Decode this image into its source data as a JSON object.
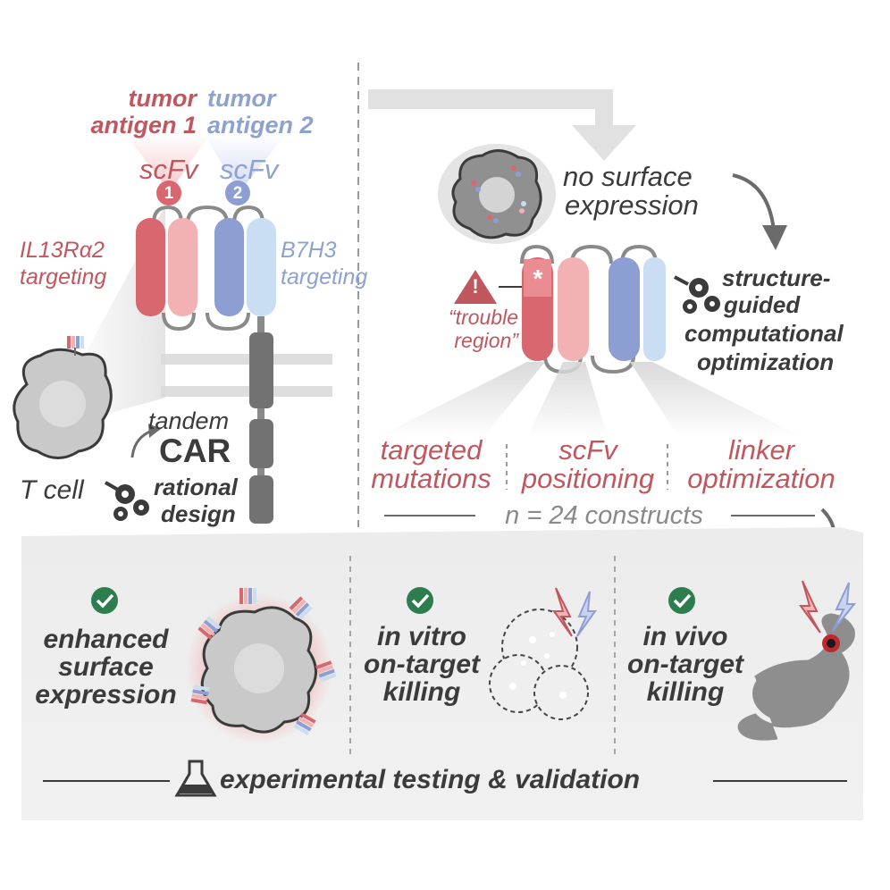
{
  "antigens": {
    "tumor_1": "tumor",
    "antigen_1": "antigen 1",
    "tumor_2": "tumor",
    "antigen_2": "antigen 2",
    "scfv_1": "scFv",
    "scfv_2": "scFv",
    "badge_1": "1",
    "badge_2": "2"
  },
  "targets": {
    "left_line1": "IL13Rα2",
    "left_line2": "targeting",
    "right_line1": "B7H3",
    "right_line2": "targeting"
  },
  "tcell": {
    "label": "T cell",
    "tandem": "tandem",
    "car": "CAR",
    "rational": "rational",
    "design": "design"
  },
  "problem": {
    "line1": "no surface",
    "line2": "expression",
    "trouble_line1": "“trouble",
    "trouble_line2": "region”",
    "warning_glyph": "!",
    "asterisk": "*"
  },
  "optimization": {
    "line1": "structure-",
    "line2": "guided",
    "line3": "computational",
    "line4": "optimization"
  },
  "strategies": [
    {
      "line1": "targeted",
      "line2": "mutations"
    },
    {
      "line1": "scFv",
      "line2": "positioning"
    },
    {
      "line1": "linker",
      "line2": "optimization"
    }
  ],
  "constructs": "n = 24 constructs",
  "results": [
    {
      "line1": "enhanced",
      "line2": "surface",
      "line3": "expression"
    },
    {
      "line1": "in vitro",
      "line2": "on-target",
      "line3": "killing"
    },
    {
      "line1": "in vivo",
      "line2": "on-target",
      "line3": "killing"
    }
  ],
  "footer": "experimental testing & validation",
  "colors": {
    "red": "#d9676f",
    "pink": "#f2b1b3",
    "blue": "#8d9ed3",
    "light_blue": "#c9def3",
    "gray_dark": "#6b6b6b",
    "check_green": "#2e7d4f",
    "panel_gray": "#efefef"
  },
  "icons": [
    "check-icon",
    "gear-icon",
    "warning-icon",
    "flask-icon",
    "lightning-icon",
    "mouse-icon",
    "arrow-icon"
  ]
}
